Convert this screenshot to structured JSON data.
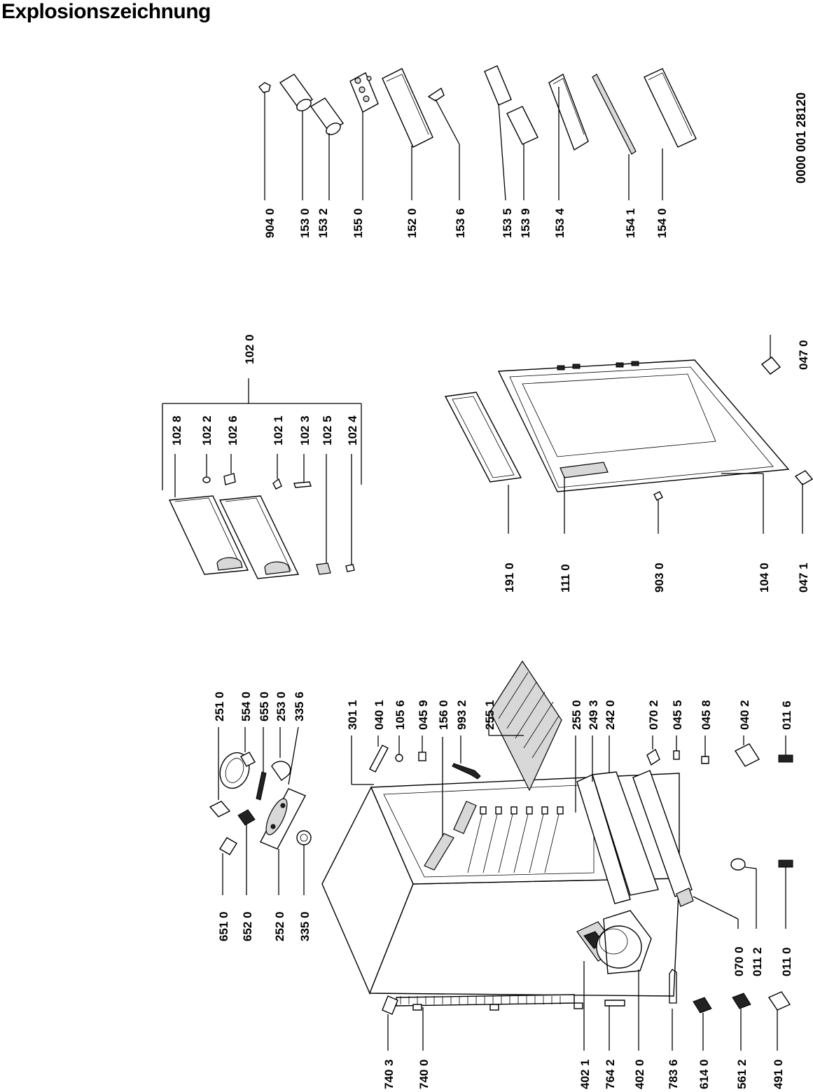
{
  "title": "Explosionszeichnung",
  "document_number": "0000 001 28120",
  "parts": {
    "p9040": "904 0",
    "p1530": "153 0",
    "p1532": "153 2",
    "p1550": "155 0",
    "p1520": "152 0",
    "p1536": "153 6",
    "p1535": "153 5",
    "p1539": "153 9",
    "p1534": "153 4",
    "p1541": "154 1",
    "p1540": "154 0",
    "p1020": "102 0",
    "p1028": "102 8",
    "p1022": "102 2",
    "p1026": "102 6",
    "p1021": "102 1",
    "p1023": "102 3",
    "p1025": "102 5",
    "p1024": "102 4",
    "p1910": "191 0",
    "p1110": "111 0",
    "p9030": "903 0",
    "p1040": "104 0",
    "p0471": "047 1",
    "p0470": "047 0",
    "p2510": "251 0",
    "p5540": "554 0",
    "p6550": "655 0",
    "p2530": "253 0",
    "p3356": "335 6",
    "p6510": "651 0",
    "p6520": "652 0",
    "p2520": "252 0",
    "p3350": "335 0",
    "p3011": "301  1",
    "p0401": "040 1",
    "p1056": "105 6",
    "p0459": "045 9",
    "p1560": "156 0",
    "p9932": "993 2",
    "p2551": "255 1",
    "p2550": "255 0",
    "p2493": "249 3",
    "p2420": "242 0",
    "p0702": "070 2",
    "p0455": "045 5",
    "p0458": "045 8",
    "p0402": "040 2",
    "p0116": "011 6",
    "p0700": "070 0",
    "p0112": "011 2",
    "p0110": "011 0",
    "p7403": "740 3",
    "p7400": "740 0",
    "p4021": "402 1",
    "p7642": "764 2",
    "p4020": "402 0",
    "p7836": "783 6",
    "p6140": "614 0",
    "p5612": "561 2",
    "p4910": "491 0"
  }
}
